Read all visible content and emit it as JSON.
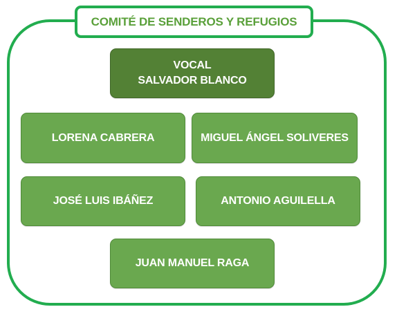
{
  "title": "COMITÉ DE SENDEROS Y REFUGIOS",
  "head": {
    "role": "VOCAL",
    "name": "SALVADOR BLANCO"
  },
  "members": [
    "LORENA CABRERA",
    "MIGUEL ÁNGEL SOLIVERES",
    "JOSÉ LUIS IBÁÑEZ",
    "ANTONIO AGUILELLA",
    "JUAN MANUEL RAGA"
  ],
  "colors": {
    "frame_border": "#22ad4f",
    "title_text": "#5aa03a",
    "head_fill": "#538135",
    "member_fill": "#6aa84f",
    "node_text": "#ffffff"
  }
}
